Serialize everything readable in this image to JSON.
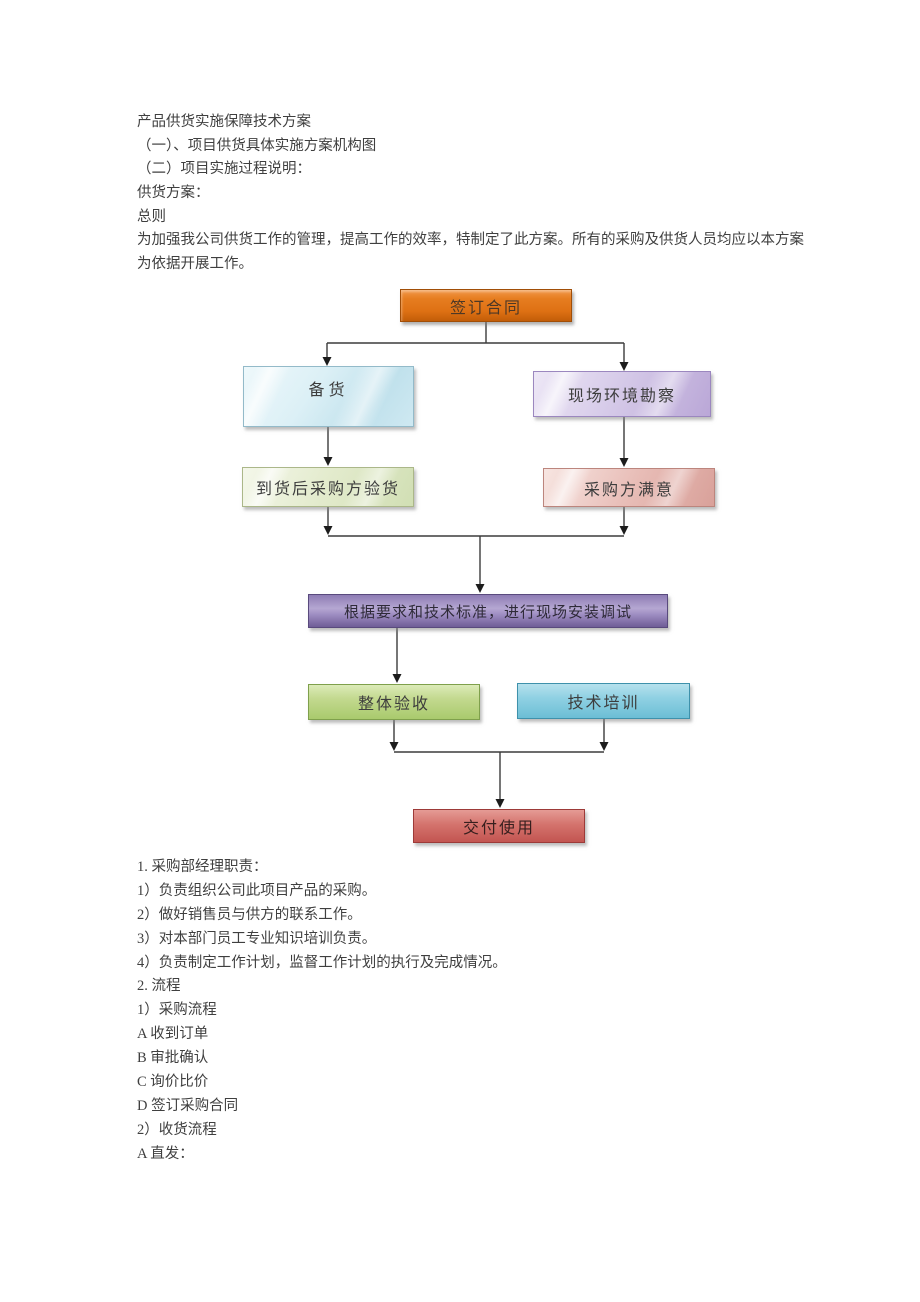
{
  "document": {
    "intro_lines": [
      "产品供货实施保障技术方案",
      "（一）、项目供货具体实施方案机构图",
      "（二）项目实施过程说明：",
      "供货方案：",
      "总则",
      "为加强我公司供货工作的管理，提高工作的效率，特制定了此方案。所有的采购及供货人员均应以本方案",
      "为依据开展工作。"
    ],
    "notes_lines": [
      "1. 采购部经理职责：",
      "1）负责组织公司此项目产品的采购。",
      "2）做好销售员与供方的联系工作。",
      "3）对本部门员工专业知识培训负责。",
      "4）负责制定工作计划，监督工作计划的执行及完成情况。",
      "2. 流程",
      "1）采购流程",
      "A 收到订单",
      "B 审批确认",
      "C 询价比价",
      "D 签订采购合同",
      "2）收货流程",
      "A 直发："
    ]
  },
  "flowchart": {
    "connector_color": "#3c3c3c",
    "nodes": [
      {
        "id": "sign-contract",
        "label": "签订合同",
        "color": "#DE7114"
      },
      {
        "id": "stock-preparation",
        "label": "备货",
        "color": "#C9E4EF"
      },
      {
        "id": "site-survey",
        "label": "现场环境勘察",
        "color": "#C6B5DF"
      },
      {
        "id": "arrival-inspection",
        "label": "到货后采购方验货",
        "color": "#DDE7C6"
      },
      {
        "id": "purchaser-satisfied",
        "label": "采购方满意",
        "color": "#E2B3AC"
      },
      {
        "id": "install-debug",
        "label": "根据要求和技术标准，进行现场安装调试",
        "color": "#8F7DB5"
      },
      {
        "id": "overall-acceptance",
        "label": "整体验收",
        "color": "#BCD488"
      },
      {
        "id": "technical-training",
        "label": "技术培训",
        "color": "#83CADE"
      },
      {
        "id": "delivery",
        "label": "交付使用",
        "color": "#D2625E"
      }
    ]
  }
}
